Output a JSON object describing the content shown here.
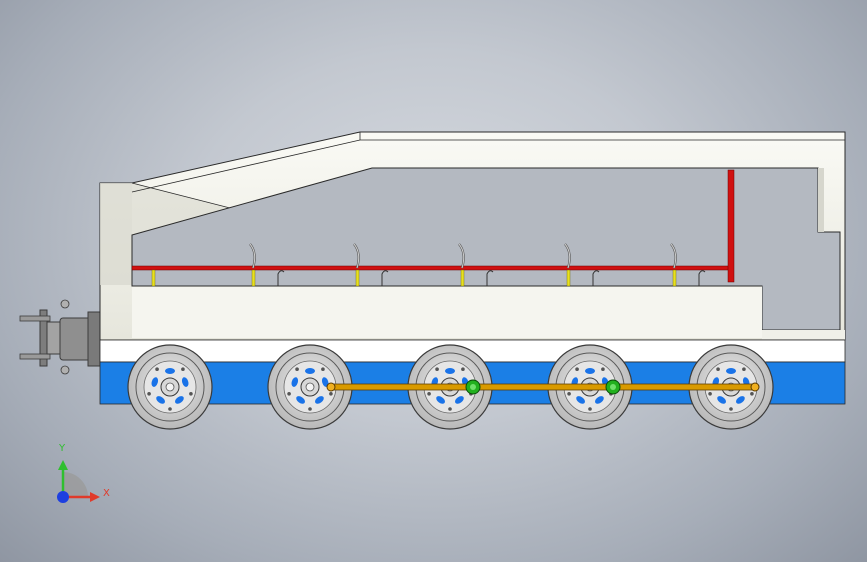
{
  "viewport": {
    "background_center": "#d6dae0",
    "background_edge": "#8f96a2"
  },
  "model": {
    "body_color": "#f4f4ee",
    "body_shade_color": "#d9d9cf",
    "chassis_stripe_color": "#1b7fe6",
    "rail_color": "#d01010",
    "post_color": "#e8e020",
    "link_rod_color": "#d99a00",
    "joint_color": "#22b01e",
    "wheel_color": "#c9c9c9",
    "wheel_inner_color": "#e6e6e6",
    "wheel_slot_color": "#1a73e8",
    "wheel_count": 5,
    "coupler_color": "#8c8c8c"
  },
  "triad": {
    "y_label": "Y",
    "x_label": "X",
    "y_color": "#2fbf2f",
    "x_color": "#e03a2a",
    "z_color": "#1d3fe0"
  }
}
